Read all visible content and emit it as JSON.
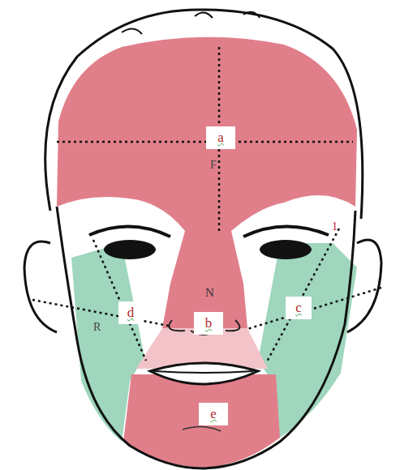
{
  "diagram": {
    "nodes": [
      {
        "text": [
          "a"
        ]
      },
      {
        "text": [
          "d"
        ]
      },
      {
        "text": [
          "b"
        ]
      },
      {
        "text": [
          "c"
        ]
      },
      {
        "text": [
          "e"
        ]
      }
    ],
    "labels": [
      "F",
      "1",
      "N",
      "R"
    ]
  }
}
